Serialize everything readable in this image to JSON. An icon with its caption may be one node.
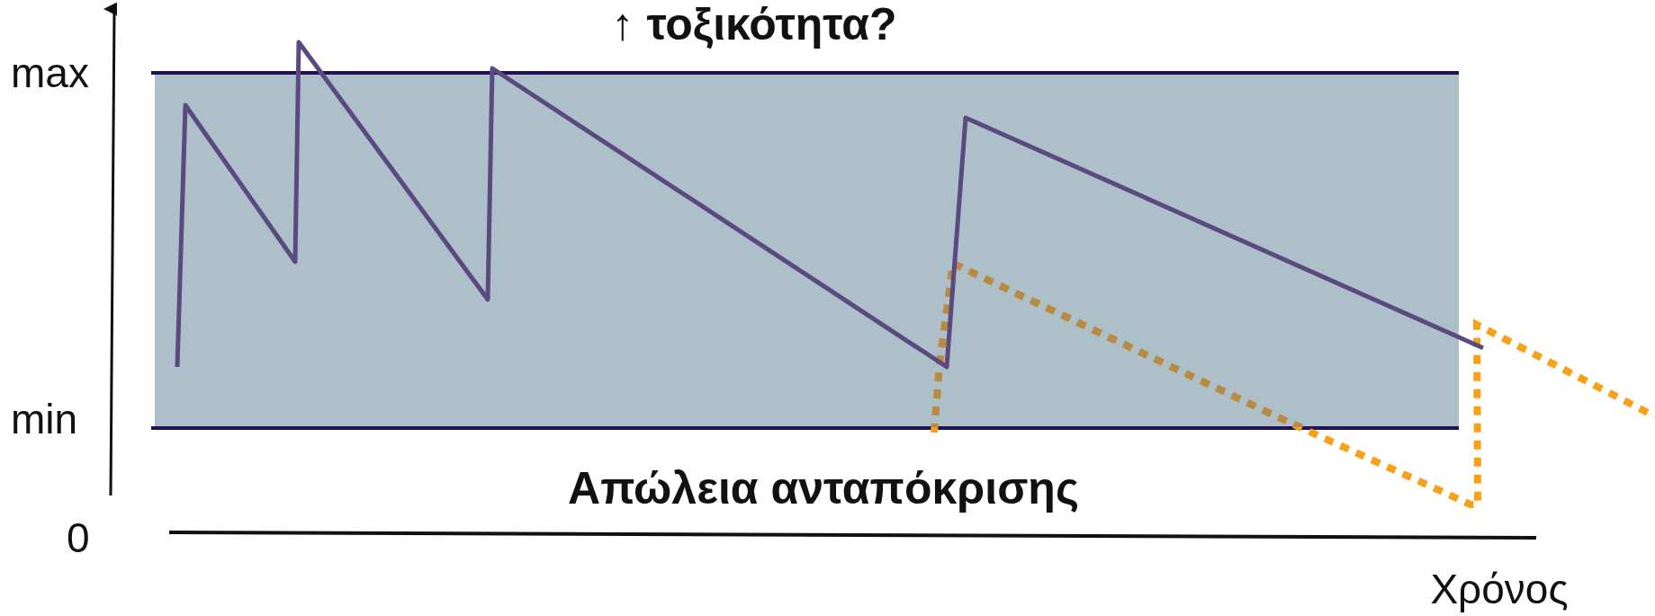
{
  "diagram": {
    "labels": [
      "↑ τοξικότητα?",
      "max",
      "min",
      "0",
      "Απώλεια ανταπόκρισης",
      "Χρόνος"
    ]
  }
}
